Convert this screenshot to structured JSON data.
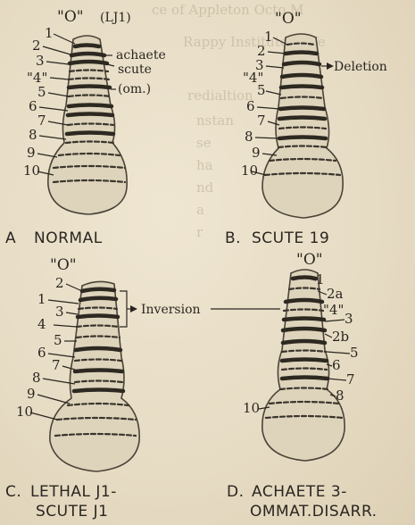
{
  "background_text_lines": [
    "ce of Appleton Octo M",
    "Rappy Institute of Te",
    "redialtion",
    "nstan",
    "se",
    "ha",
    "nd",
    "a",
    "r"
  ],
  "panel_a": {
    "quote_label": "\"O\"",
    "stock_label": "(LJ1)",
    "band_numbers": [
      "1",
      "2",
      "3",
      "\"4\"",
      "5",
      "6",
      "7",
      "8",
      "9",
      "10"
    ],
    "annotation_achaete": "achaete",
    "annotation_scute": "scute",
    "annotation_om": "(om.)",
    "letter": "A",
    "title": "NORMAL"
  },
  "panel_b": {
    "quote_label": "\"O\"",
    "band_numbers": [
      "1",
      "2",
      "3",
      "\"4\"",
      "5",
      "6",
      "7",
      "8",
      "9",
      "10"
    ],
    "annotation_deletion": "Deletion",
    "letter": "B.",
    "title": "SCUTE 19"
  },
  "panel_c": {
    "quote_label": "\"O\"",
    "band_numbers": [
      "2",
      "1",
      "3",
      "4",
      "5",
      "6",
      "7",
      "8",
      "9",
      "10"
    ],
    "annotation_inversion": "Inversion",
    "letter": "C.",
    "title_line1": "LETHAL J1-",
    "title_line2": "SCUTE J1"
  },
  "panel_d": {
    "quote_label": "\"O\"",
    "band_numbers": [
      "1",
      "2a",
      "\"4\"",
      "3",
      "2b",
      "5",
      "6",
      "7",
      "8",
      "10"
    ],
    "letter": "D.",
    "title_line1": "ACHAETE 3-",
    "title_line2": "OMMAT.DISARR."
  }
}
